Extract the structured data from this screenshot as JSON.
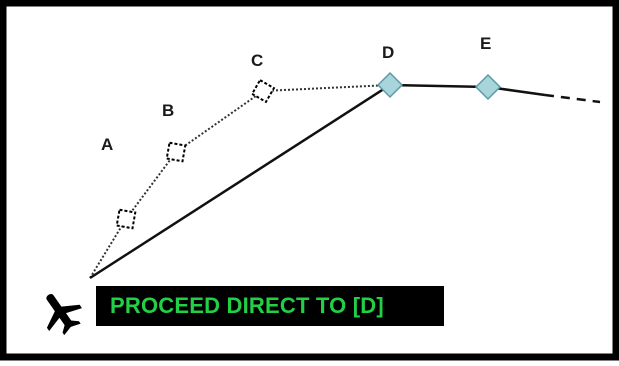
{
  "waypoints": {
    "a": {
      "label": "A"
    },
    "b": {
      "label": "B"
    },
    "c": {
      "label": "C"
    },
    "d": {
      "label": "D"
    },
    "e": {
      "label": "E"
    }
  },
  "clearance": {
    "text": "PROCEED DIRECT TO [D]"
  },
  "colors": {
    "frame": "#000000",
    "active_waypoint_fill": "#a8d4dc",
    "active_waypoint_stroke": "#5a9aa6",
    "clearance_bg": "#000000",
    "clearance_text": "#22d046"
  },
  "icons": {
    "aircraft": "airplane-icon"
  }
}
